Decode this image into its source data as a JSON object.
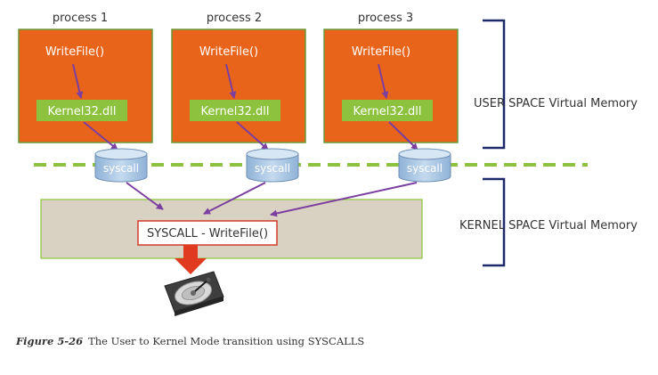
{
  "processes": [
    {
      "title": "process 1",
      "func": "WriteFile()",
      "dll": "Kernel32.dll",
      "syscall": "syscall"
    },
    {
      "title": "process 2",
      "func": "WriteFile()",
      "dll": "Kernel32.dll",
      "syscall": "syscall"
    },
    {
      "title": "process 3",
      "func": "WriteFile()",
      "dll": "Kernel32.dll",
      "syscall": "syscall"
    }
  ],
  "user_space_label": "USER  SPACE Virtual Memory",
  "kernel_space_label": "KERNEL SPACE Virtual Memory",
  "kernel_call": "SYSCALL - WriteFile()",
  "disk_icon": "hard-drive-icon",
  "caption": {
    "figure": "Figure 5-26",
    "text": "The User to Kernel Mode transition using SYSCALLS"
  },
  "colors": {
    "process_box": "#e8641b",
    "process_border": "#6a9a3a",
    "dll_box": "#8dc23e",
    "syscall_cylinder": "#a7c4e0",
    "arrow": "#7b3fa0",
    "divider": "#8dc23e",
    "kernel_box": "#d9d2c2",
    "kernel_call_border": "#d23a2a",
    "down_arrow": "#e03a20",
    "bracket": "#1f2a6b"
  }
}
